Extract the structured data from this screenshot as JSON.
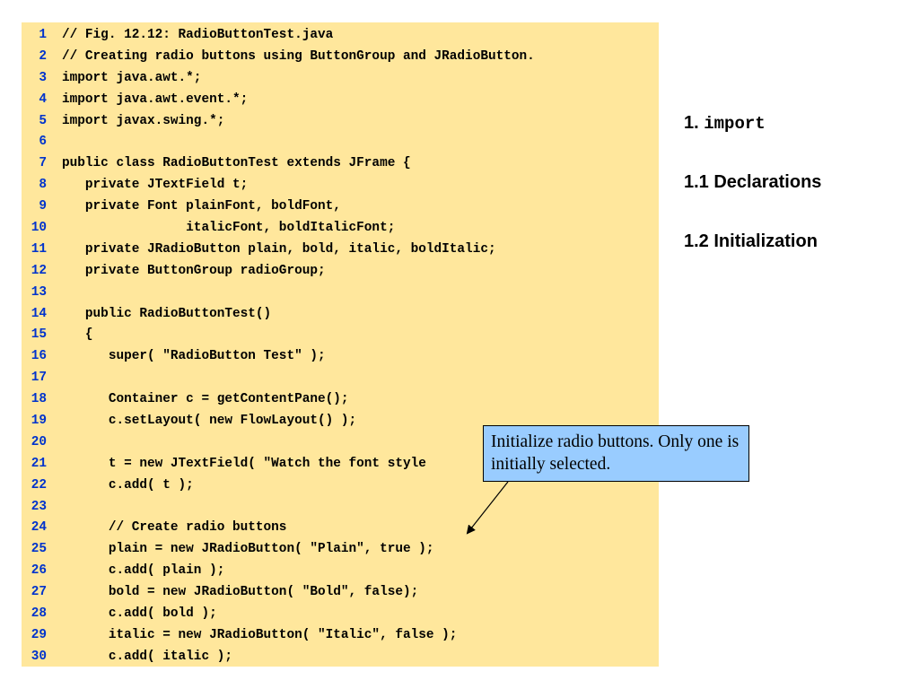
{
  "code_lines": [
    {
      "num": "1",
      "text": "// Fig. 12.12: RadioButtonTest.java"
    },
    {
      "num": "2",
      "text": "// Creating radio buttons using ButtonGroup and JRadioButton."
    },
    {
      "num": "3",
      "text": "import java.awt.*;"
    },
    {
      "num": "4",
      "text": "import java.awt.event.*;"
    },
    {
      "num": "5",
      "text": "import javax.swing.*;"
    },
    {
      "num": "6",
      "text": ""
    },
    {
      "num": "7",
      "text": "public class RadioButtonTest extends JFrame {"
    },
    {
      "num": "8",
      "text": "   private JTextField t;"
    },
    {
      "num": "9",
      "text": "   private Font plainFont, boldFont,"
    },
    {
      "num": "10",
      "text": "                italicFont, boldItalicFont;"
    },
    {
      "num": "11",
      "text": "   private JRadioButton plain, bold, italic, boldItalic;"
    },
    {
      "num": "12",
      "text": "   private ButtonGroup radioGroup;"
    },
    {
      "num": "13",
      "text": ""
    },
    {
      "num": "14",
      "text": "   public RadioButtonTest()"
    },
    {
      "num": "15",
      "text": "   {"
    },
    {
      "num": "16",
      "text": "      super( \"RadioButton Test\" );"
    },
    {
      "num": "17",
      "text": ""
    },
    {
      "num": "18",
      "text": "      Container c = getContentPane();"
    },
    {
      "num": "19",
      "text": "      c.setLayout( new FlowLayout() );"
    },
    {
      "num": "20",
      "text": ""
    },
    {
      "num": "21",
      "text": "      t = new JTextField( \"Watch the font style"
    },
    {
      "num": "22",
      "text": "      c.add( t );"
    },
    {
      "num": "23",
      "text": ""
    },
    {
      "num": "24",
      "text": "      // Create radio buttons"
    },
    {
      "num": "25",
      "text": "      plain = new JRadioButton( \"Plain\", true );"
    },
    {
      "num": "26",
      "text": "      c.add( plain );"
    },
    {
      "num": "27",
      "text": "      bold = new JRadioButton( \"Bold\", false);"
    },
    {
      "num": "28",
      "text": "      c.add( bold );"
    },
    {
      "num": "29",
      "text": "      italic = new JRadioButton( \"Italic\", false );"
    },
    {
      "num": "30",
      "text": "      c.add( italic );"
    }
  ],
  "outline": {
    "item1_prefix": "1. ",
    "item1_code": "import",
    "item2": "1.1 Declarations",
    "item3": "1.2 Initialization"
  },
  "callout": {
    "text": "Initialize radio buttons.  Only one is initially selected."
  },
  "colors": {
    "code_background": "#ffe79c",
    "line_numbers": "#0033cc",
    "callout_background": "#99ccff"
  }
}
